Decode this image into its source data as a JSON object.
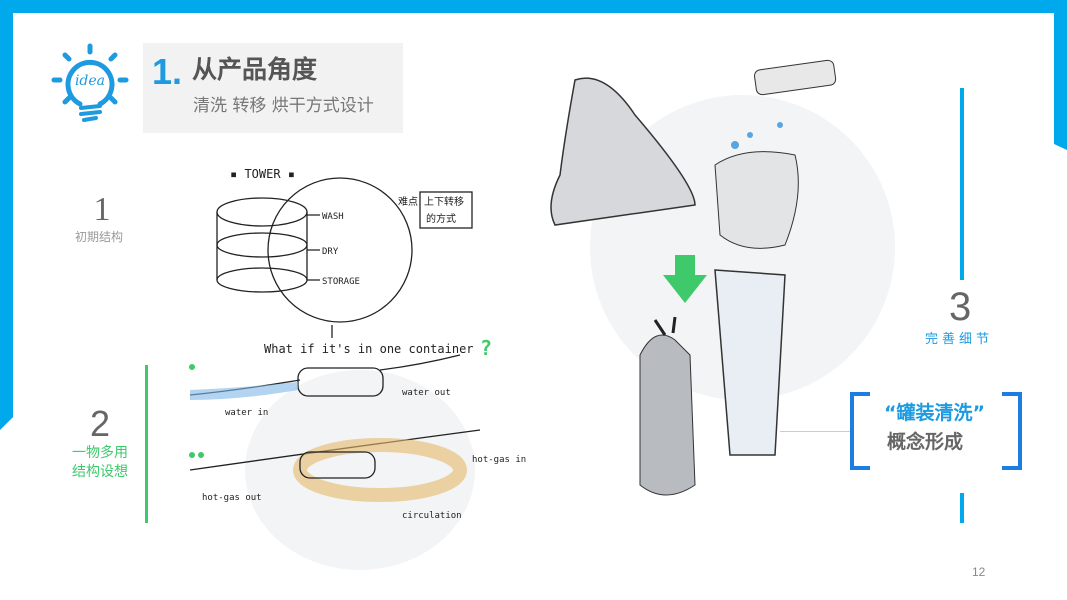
{
  "header": {
    "number": "1.",
    "title": "从产品角度",
    "subtitle": "清洗 转移 烘干方式设计",
    "icon_text": "idea"
  },
  "steps": [
    {
      "number": "1",
      "label": "初期结构"
    },
    {
      "number": "2",
      "label_line1": "一物多用",
      "label_line2": "结构设想"
    },
    {
      "number": "3",
      "label": "完善细节"
    }
  ],
  "concept": {
    "line1": "“罐装清洗”",
    "line2": "概念形成"
  },
  "sketch": {
    "tower": "▪ TOWER ▪",
    "wash": "WASH",
    "dry": "DRY",
    "storage": "STORAGE",
    "note1": "难点 上下转移",
    "note2": "的方式",
    "question": "What if it's in one container",
    "water_in": "water in",
    "water_out": "water out",
    "hot_gas_in": "hot-gas in",
    "hot_gas_out": "hot-gas out",
    "circulation": "circulation"
  },
  "page_number": "12",
  "colors": {
    "accent": "#00a9eb",
    "bracket": "#1a7fe0",
    "green": "#3ec96b"
  }
}
